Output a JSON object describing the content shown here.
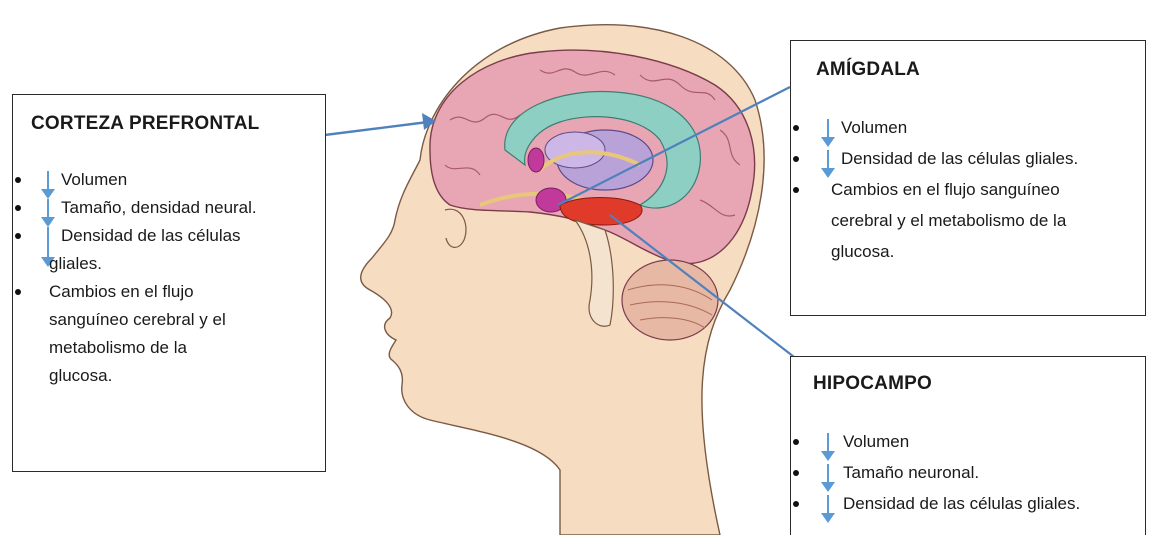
{
  "colors": {
    "arrow_blue": "#5b9bd5",
    "connector_blue": "#4f81bd",
    "skin": "#f6dcc0",
    "brain_pink": "#e8a6b4",
    "limbic_teal": "#8ecfc3",
    "amygdala_magenta": "#c0399b",
    "hippocampus_red": "#e03a2a"
  },
  "corteza": {
    "title": "CORTEZA PREFRONTAL",
    "items": [
      {
        "text": "Volumen",
        "cont": []
      },
      {
        "text": "Tamaño, densidad neural.",
        "cont": []
      },
      {
        "text": "Densidad de las células",
        "cont": [
          "gliales."
        ]
      },
      {
        "text": "Cambios en  el  flujo",
        "cont": [
          "sanguíneo cerebral y el",
          "metabolismo de la",
          "glucosa."
        ]
      }
    ]
  },
  "amigdala": {
    "title": "AMÍGDALA",
    "items": [
      {
        "text": "Volumen",
        "cont": []
      },
      {
        "text": "Densidad de las células gliales.",
        "cont": []
      },
      {
        "text": "Cambios en  el  flujo sanguíneo",
        "cont": [
          "cerebral y el metabolismo de la",
          "glucosa."
        ]
      }
    ]
  },
  "hipocampo": {
    "title": "HIPOCAMPO",
    "items": [
      {
        "text": "Volumen",
        "cont": []
      },
      {
        "text": "Tamaño neuronal.",
        "cont": []
      },
      {
        "text": "Densidad de las células gliales.",
        "cont": []
      }
    ]
  }
}
